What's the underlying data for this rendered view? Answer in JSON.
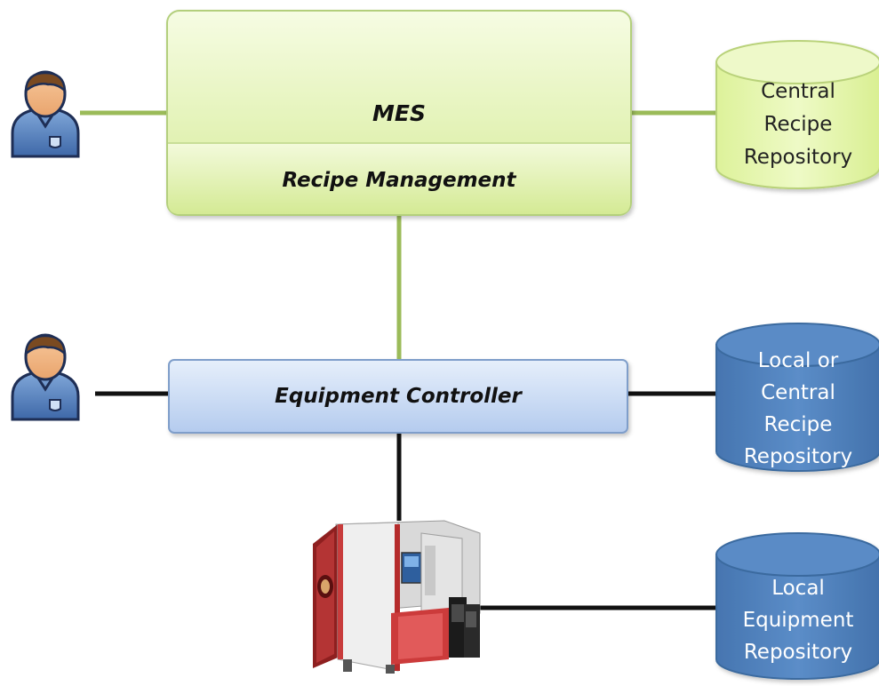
{
  "mes": {
    "title": "MES",
    "subtitle": "Recipe Management"
  },
  "controller": {
    "title": "Equipment Controller"
  },
  "repositories": {
    "central": {
      "lines": [
        "Central",
        "Recipe",
        "Repository"
      ]
    },
    "local_or_central": {
      "lines": [
        "Local or",
        "Central",
        "Recipe",
        "Repository"
      ]
    },
    "local_equipment": {
      "lines": [
        "Local",
        "Equipment",
        "Repository"
      ]
    }
  },
  "icons": {
    "user_top": "user-icon",
    "user_bottom": "user-icon",
    "equipment": "semiconductor-equipment-icon",
    "repository": "database-icon"
  },
  "colors": {
    "green_connector": "#9BBB59",
    "black_connector": "#111111",
    "mes_fill_top": "#F4FBDF",
    "mes_fill_bottom": "#D8EE9D",
    "mes_border": "#B2CE7A",
    "controller_fill_top": "#E2ECFA",
    "controller_fill_bottom": "#B7CDEE",
    "controller_border": "#7E9DC8",
    "green_cylinder": "#E3F5A8",
    "blue_cylinder": "#4F81BD",
    "blue_cylinder_border": "#3A6A9F"
  }
}
